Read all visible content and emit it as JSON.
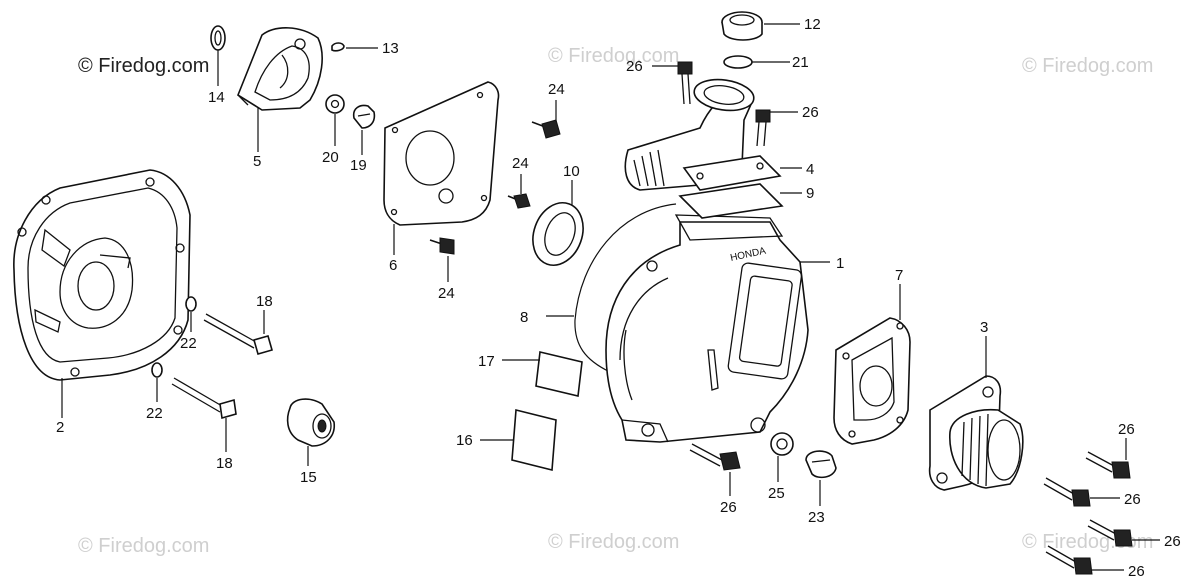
{
  "watermarks": {
    "main": "© Firedog.com",
    "faint": "© Firedog.com"
  },
  "colors": {
    "line": "#111111",
    "watermark_main": "#222222",
    "watermark_faint": "#c8c8c8",
    "background": "#ffffff"
  },
  "labels": {
    "l1": "1",
    "l2": "2",
    "l3": "3",
    "l4": "4",
    "l5": "5",
    "l6": "6",
    "l7": "7",
    "l8": "8",
    "l9": "9",
    "l10": "10",
    "l12": "12",
    "l13": "13",
    "l14": "14",
    "l15": "15",
    "l16": "16",
    "l17": "17",
    "l18a": "18",
    "l18b": "18",
    "l19": "19",
    "l20": "20",
    "l21": "21",
    "l22a": "22",
    "l22b": "22",
    "l23": "23",
    "l24a": "24",
    "l24b": "24",
    "l24c": "24",
    "l25": "25",
    "l26a": "26",
    "l26b": "26",
    "l26c": "26",
    "l26d": "26",
    "l26e": "26",
    "l26f": "26",
    "l26g": "26"
  },
  "casting_text": "HONDA"
}
